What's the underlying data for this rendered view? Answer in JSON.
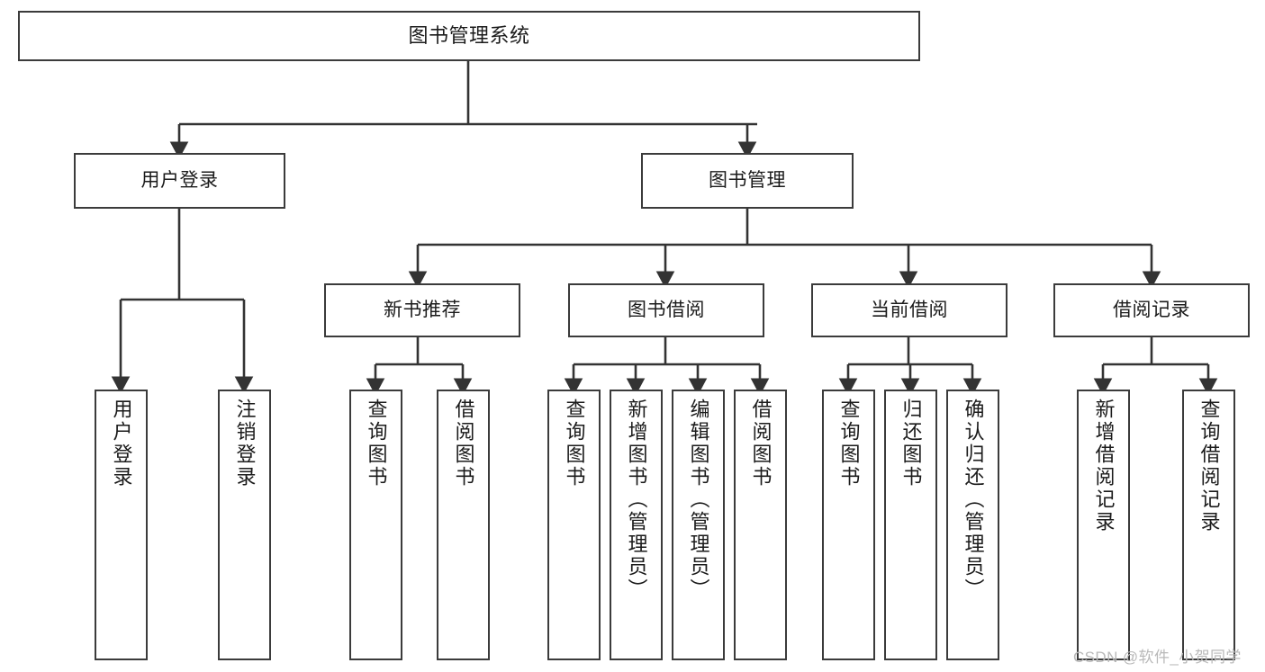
{
  "diagram": {
    "title": "图书管理系统",
    "type": "tree-hierarchy-chart",
    "watermark": "CSDN @软件_小贺同学",
    "colors": {
      "background": "#ffffff",
      "box_border": "#3b3b3b",
      "box_fill": "#ffffff",
      "text": "#1b1b1b",
      "connector": "#333333",
      "watermark": "#b9b9b9"
    }
  },
  "nodes": {
    "root": {
      "label": "图书管理系统"
    },
    "level1": [
      {
        "id": "user-login",
        "label": "用户登录"
      },
      {
        "id": "book-management",
        "label": "图书管理"
      }
    ],
    "level2": [
      {
        "id": "new-book-recommend",
        "label": "新书推荐"
      },
      {
        "id": "book-borrow",
        "label": "图书借阅"
      },
      {
        "id": "current-borrow",
        "label": "当前借阅"
      },
      {
        "id": "borrow-record",
        "label": "借阅记录"
      }
    ],
    "leaves": {
      "user_login": [
        {
          "id": "leaf-user-login",
          "label": "用户登录"
        },
        {
          "id": "leaf-logout",
          "label": "注销登录"
        }
      ],
      "new_book_recommend": [
        {
          "id": "leaf-query-book-1",
          "label": "查询图书"
        },
        {
          "id": "leaf-borrow-book-1",
          "label": "借阅图书"
        }
      ],
      "book_borrow": [
        {
          "id": "leaf-query-book-2",
          "label": "查询图书"
        },
        {
          "id": "leaf-add-book",
          "label": "新增图书（管理员）"
        },
        {
          "id": "leaf-edit-book",
          "label": "编辑图书（管理员）"
        },
        {
          "id": "leaf-borrow-book-2",
          "label": "借阅图书"
        }
      ],
      "current_borrow": [
        {
          "id": "leaf-query-book-3",
          "label": "查询图书"
        },
        {
          "id": "leaf-return-book",
          "label": "归还图书"
        },
        {
          "id": "leaf-confirm-return",
          "label": "确认归还（管理员）"
        }
      ],
      "borrow_record": [
        {
          "id": "leaf-add-record",
          "label": "新增借阅记录"
        },
        {
          "id": "leaf-query-record",
          "label": "查询借阅记录"
        }
      ]
    }
  }
}
